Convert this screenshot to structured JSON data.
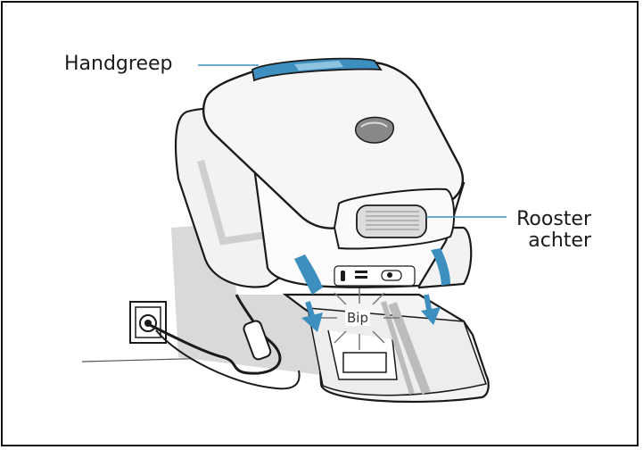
{
  "labels": {
    "handle": "Handgreep",
    "rear_grille_line1": "Rooster",
    "rear_grille_line2": "achter",
    "beep": "Bip"
  },
  "colors": {
    "accent": "#3d8fbf",
    "outline": "#1a1a1a",
    "shade": "#d9d9d9",
    "background": "#ffffff"
  }
}
